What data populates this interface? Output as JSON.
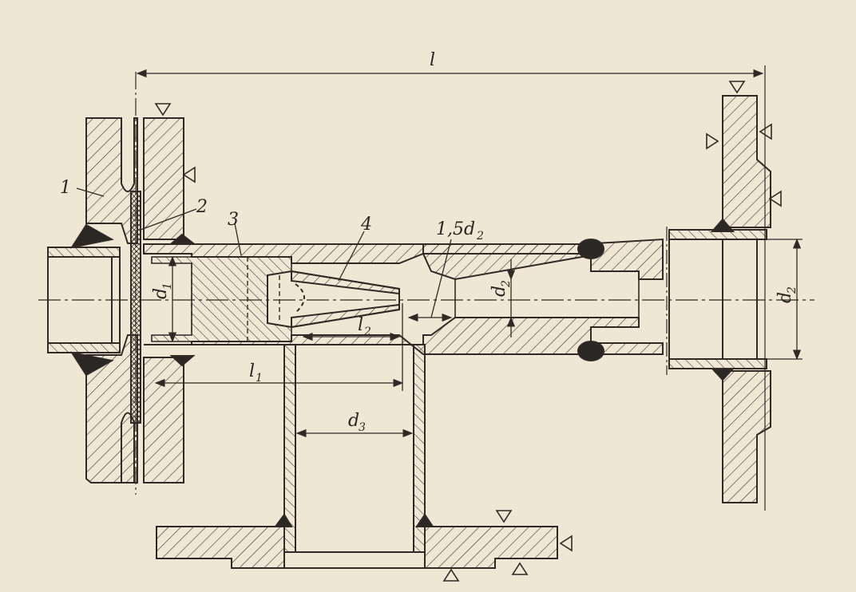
{
  "colors": {
    "paper": "#efe6d4",
    "ink": "#2f2a25",
    "hatch": "#3a342e",
    "weld": "#2b2724"
  },
  "labels": {
    "part1": "1",
    "part2": "2",
    "part3": "3",
    "part4": "4",
    "d1_main": "d",
    "d1_sub": "1",
    "d2_main": "d",
    "d2_sub": "2",
    "d2r_main": "d",
    "d2r_sub": "2",
    "d3_main": "d",
    "d3_sub": "3",
    "l1_main": "l",
    "l1_sub": "1",
    "l2_main": "l",
    "l2_sub": "2",
    "l_top": "l",
    "d15_main": "1,5d",
    "d15_sub": "2"
  },
  "icons": [
    "surface-finish-triangle-icon",
    "weld-seam-icon"
  ]
}
